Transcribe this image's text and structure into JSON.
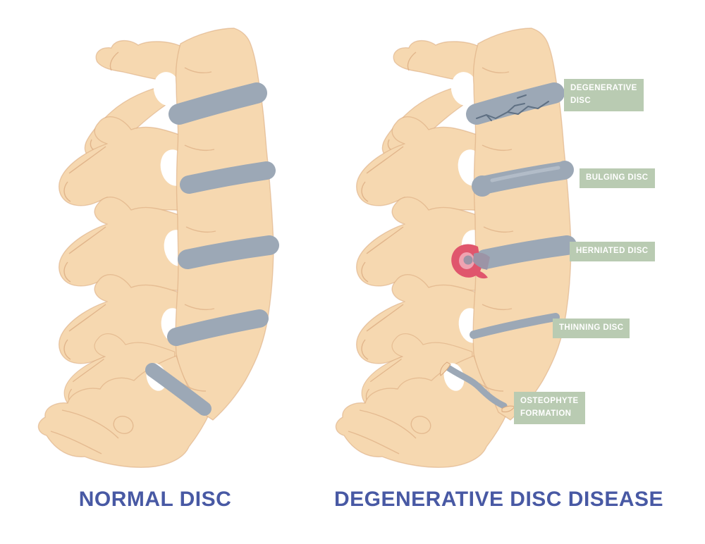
{
  "illustration": {
    "left_panel": {
      "title": "NORMAL DISC"
    },
    "right_panel": {
      "title": "DEGENERATIVE DISC DISEASE",
      "labels": [
        {
          "id": "degenerative-disc",
          "lines": [
            "DEGENERATIVE",
            "DISC"
          ]
        },
        {
          "id": "bulging-disc",
          "lines": [
            "BULGING DISC"
          ]
        },
        {
          "id": "herniated-disc",
          "lines": [
            "HERNIATED DISC"
          ]
        },
        {
          "id": "thinning-disc",
          "lines": [
            "THINNING DISC"
          ]
        },
        {
          "id": "osteophyte-formation",
          "lines": [
            "OSTEOPHYTE",
            "FORMATION"
          ]
        }
      ]
    },
    "colors": {
      "background": "#ffffff",
      "bone": "#F6D8B0",
      "bone_line": "#D9A77C",
      "disc": "#9CA8B6",
      "disc_highlight": "#B2BCC8",
      "crack": "#5F7083",
      "hernia_rim": "#E0566D",
      "hernia_mid": "#EFA3B1",
      "hernia_core": "#9C94A6",
      "label_bg": "#B9CBB2",
      "label_text": "#FFFFFF",
      "title_text": "#4859A4"
    }
  }
}
